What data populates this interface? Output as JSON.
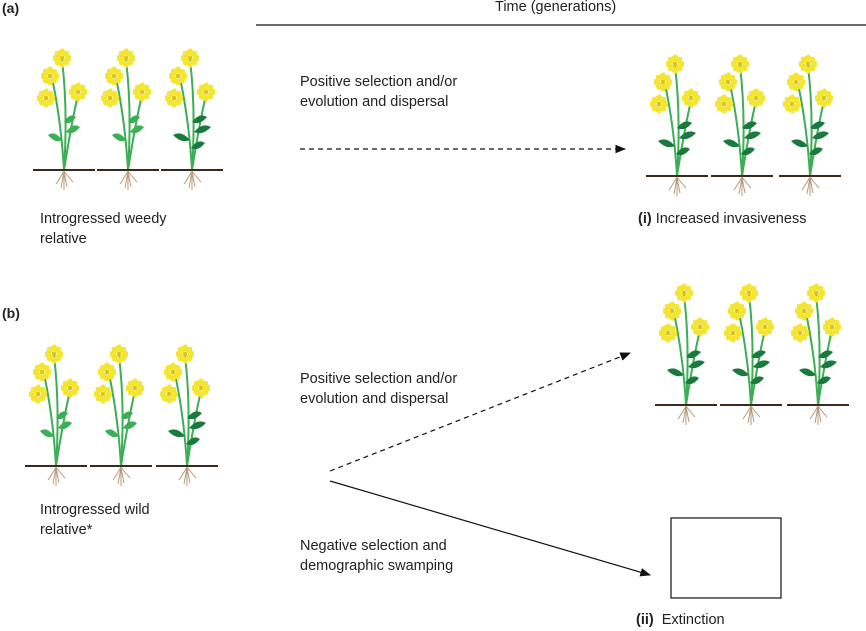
{
  "header": {
    "time_axis_label": "Time (generations)"
  },
  "panel_a": {
    "label": "(a)",
    "start_caption_line1": "Introgressed weedy",
    "start_caption_line2": "relative",
    "arrow_label_line1": "Positive selection and/or",
    "arrow_label_line2": "evolution and dispersal",
    "outcome_numeral": "(i)",
    "outcome_text": "Increased invasiveness"
  },
  "panel_b": {
    "label": "(b)",
    "start_caption_line1": "Introgressed wild",
    "start_caption_line2": "relative*",
    "positive_label_line1": "Positive selection and/or",
    "positive_label_line2": "evolution and dispersal",
    "negative_label_line1": "Negative selection and",
    "negative_label_line2": "demographic swamping",
    "outcome_numeral": "(ii)",
    "outcome_text": "Extinction"
  },
  "colors": {
    "flower": "#f3e532",
    "flower_center": "#d9c41a",
    "stem": "#3cae55",
    "leaf_light": "#3cae55",
    "leaf_dark": "#1a7a3e",
    "soil": "#3a2a1e",
    "root": "#b79a7c",
    "line": "#111111"
  }
}
